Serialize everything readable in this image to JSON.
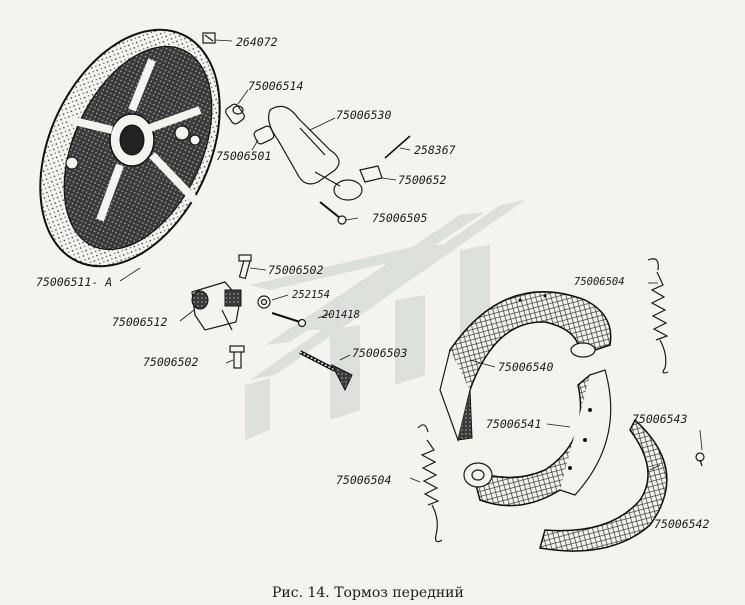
{
  "caption": "Рис. 14. Тормоз передний",
  "labels": {
    "p264072": "264072",
    "p75006514": "75006514",
    "p75006530": "75006530",
    "p258367": "258367",
    "p75006501": "75006501",
    "p7500652x": "7500652",
    "p75006505": "75006505",
    "p75006511a": "75006511- A",
    "p75006502_top": "75006502",
    "p252154": "252154",
    "p201418": "201418",
    "p75006512": "75006512",
    "p75006502_low": "75006502",
    "p75006503": "75006503",
    "p75006504_right": "75006504",
    "p75006540": "75006540",
    "p75006541": "75006541",
    "p75006543": "75006543",
    "p75006504_left": "75006504",
    "p75006542": "75006542"
  }
}
